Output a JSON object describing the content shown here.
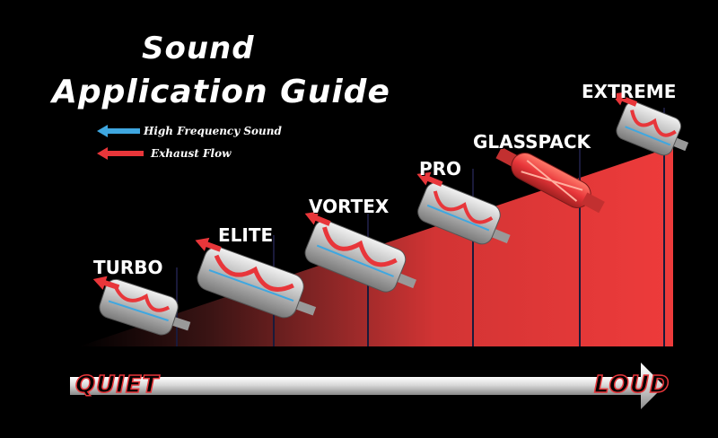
{
  "title": {
    "line1": "Sound",
    "line2": "Application Guide"
  },
  "legend": {
    "high_frequency": "High Frequency Sound",
    "exhaust_flow": "Exhaust Flow",
    "high_frequency_color": "#3fa7e0",
    "exhaust_flow_color": "#e8363a"
  },
  "products": [
    {
      "label": "TURBO"
    },
    {
      "label": "ELITE"
    },
    {
      "label": "VORTEX"
    },
    {
      "label": "PRO"
    },
    {
      "label": "GLASSPACK"
    },
    {
      "label": "EXTREME"
    }
  ],
  "scale": {
    "low": "QUIET",
    "high": "LOUD",
    "accent_color": "#e8363a"
  }
}
